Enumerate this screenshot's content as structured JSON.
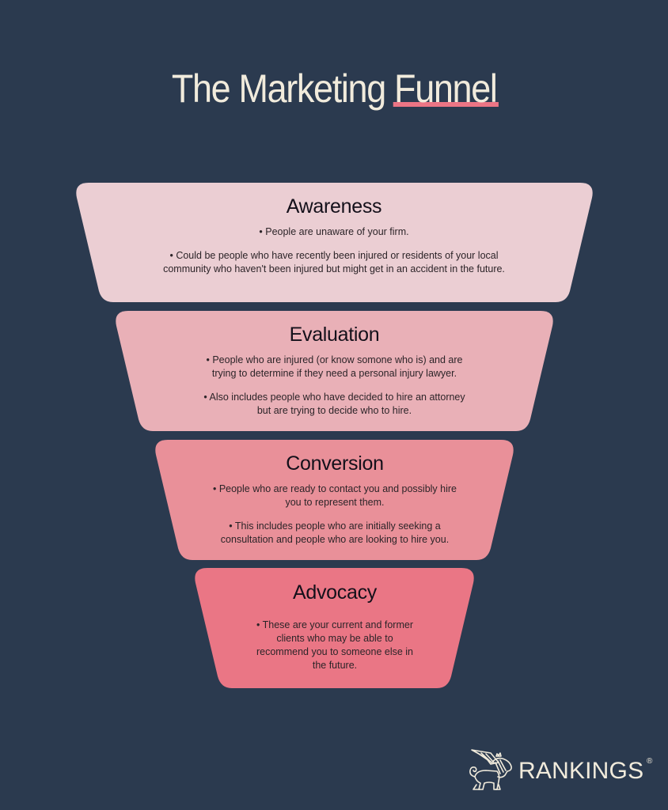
{
  "title": {
    "prefix": "The Marketing ",
    "highlight": "Funnel",
    "underline_color": "#ec7585"
  },
  "colors": {
    "background": "#2b3a4f",
    "title_text": "#f1ebdc"
  },
  "funnel": {
    "stages": [
      {
        "heading": "Awareness",
        "fill": "#ebced3",
        "bullets": [
          "• People are unaware of your firm.",
          "• Could be people who have recently been injured or residents of your local community who haven't been injured but might get in an accident in the future."
        ]
      },
      {
        "heading": "Evaluation",
        "fill": "#e9b0b7",
        "bullets": [
          "• People who are injured (or know somone who is) and are trying to determine if they need a personal injury lawyer.",
          "• Also includes people who have decided to hire an attorney but are trying to decide who to hire."
        ]
      },
      {
        "heading": "Conversion",
        "fill": "#e99099",
        "bullets": [
          "• People who are ready to contact you and possibly hire you to represent them.",
          "• This includes people who are initially seeking a consultation and people who are looking to hire you."
        ]
      },
      {
        "heading": "Advocacy",
        "fill": "#ea7685",
        "bullets": [
          "• These are your current and former clients who may be able to recommend you to someone else in the future."
        ]
      }
    ]
  },
  "logo": {
    "icon": "winged-lion-icon",
    "wordmark": "RANKINGS",
    "registered": "®"
  }
}
